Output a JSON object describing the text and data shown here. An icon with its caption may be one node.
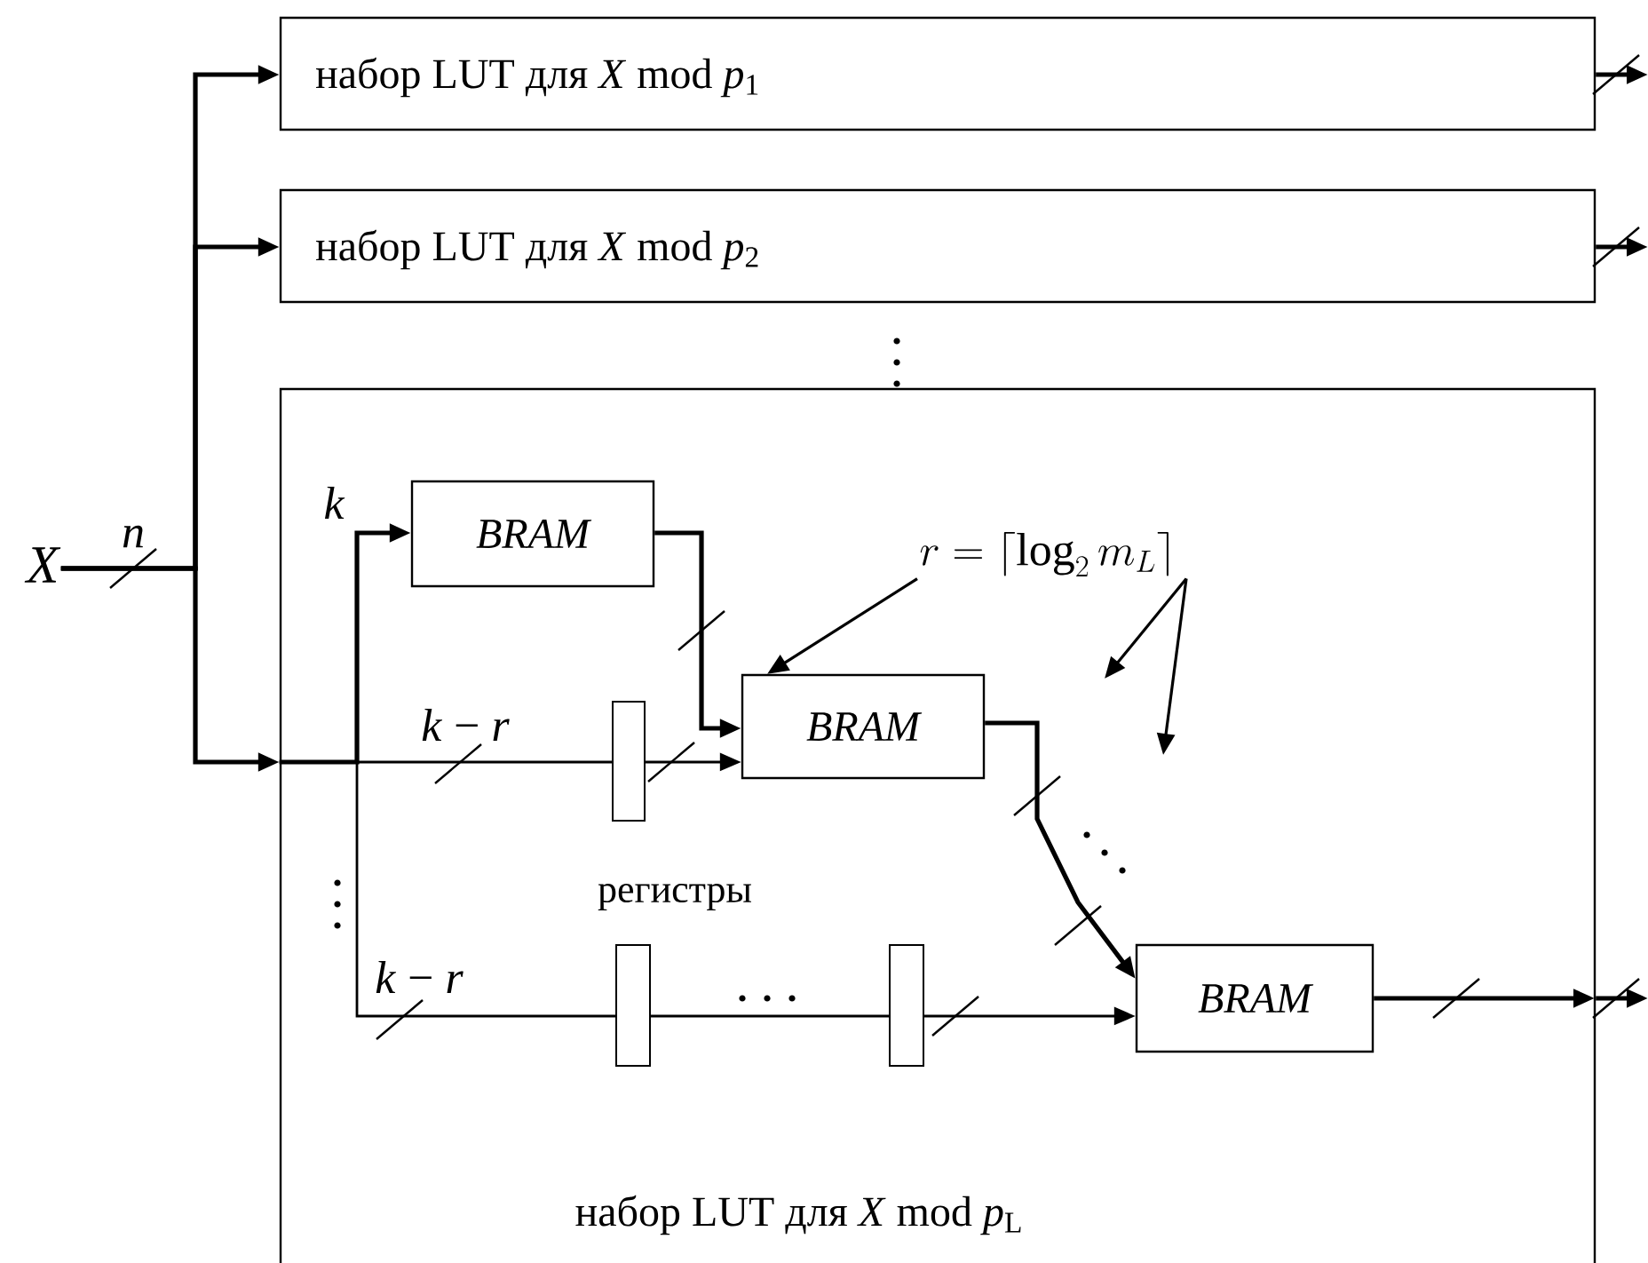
{
  "diagram": {
    "nodes": [
      {
        "text": [
          "X"
        ]
      },
      {
        "text": [
          "набор LUT для *X* mod *p*$_{1}$"
        ]
      },
      {
        "text": [
          "набор LUT для *X* mod *p*$_{2}$"
        ]
      },
      {
        "text": [
          "набор LUT для *X* mod *p*$_{L}$"
        ]
      },
      {
        "text": [
          "BRAM"
        ],
        "in": 3
      },
      {
        "text": [
          "BRAM"
        ],
        "in": 3
      },
      {
        "text": [
          "BRAM"
        ],
        "in": 3
      },
      {
        "text": [],
        "shape": "bar",
        "in": 3
      },
      {
        "text": [],
        "shape": "bar",
        "in": 3
      },
      {
        "text": [],
        "shape": "bar",
        "in": 3
      },
      {
        "text": [
          "r=\\lceil\\log_{2} m_{L}\\rceil"
        ],
        "in": 3
      }
    ],
    "edges": [
      {
        "from": 0,
        "to": 1,
        "arrow": "to"
      },
      {
        "from": 0,
        "to": 2,
        "arrow": "to"
      },
      {
        "from": 0,
        "to": 3,
        "arrow": "to"
      },
      {
        "from": 1,
        "to": null,
        "arrow": "to"
      },
      {
        "from": 2,
        "to": null,
        "arrow": "to"
      },
      {
        "from": 3,
        "to": 4,
        "arrow": "to",
        "label": "k"
      },
      {
        "from": 3,
        "to": 7,
        "arrow": "none",
        "label": "*k* − *r*"
      },
      {
        "from": 7,
        "to": 5,
        "arrow": "to"
      },
      {
        "from": 4,
        "to": 5,
        "arrow": "to"
      },
      {
        "from": 3,
        "to": 8,
        "arrow": "none",
        "label": "*k* − *r*"
      },
      {
        "from": 8,
        "to": 9,
        "arrow": "none"
      },
      {
        "from": 9,
        "to": 6,
        "arrow": "to"
      },
      {
        "from": 5,
        "to": 6,
        "arrow": "to"
      },
      {
        "from": 6,
        "to": null,
        "arrow": "to"
      },
      {
        "from": 3,
        "to": null,
        "arrow": "to"
      },
      {
        "from": 10,
        "to": 5,
        "arrow": "to"
      },
      {
        "from": 10,
        "to": null,
        "arrow": "to"
      },
      {
        "from": 10,
        "to": null,
        "arrow": "to"
      }
    ],
    "labels": [
      "n",
      "регистры"
    ]
  }
}
